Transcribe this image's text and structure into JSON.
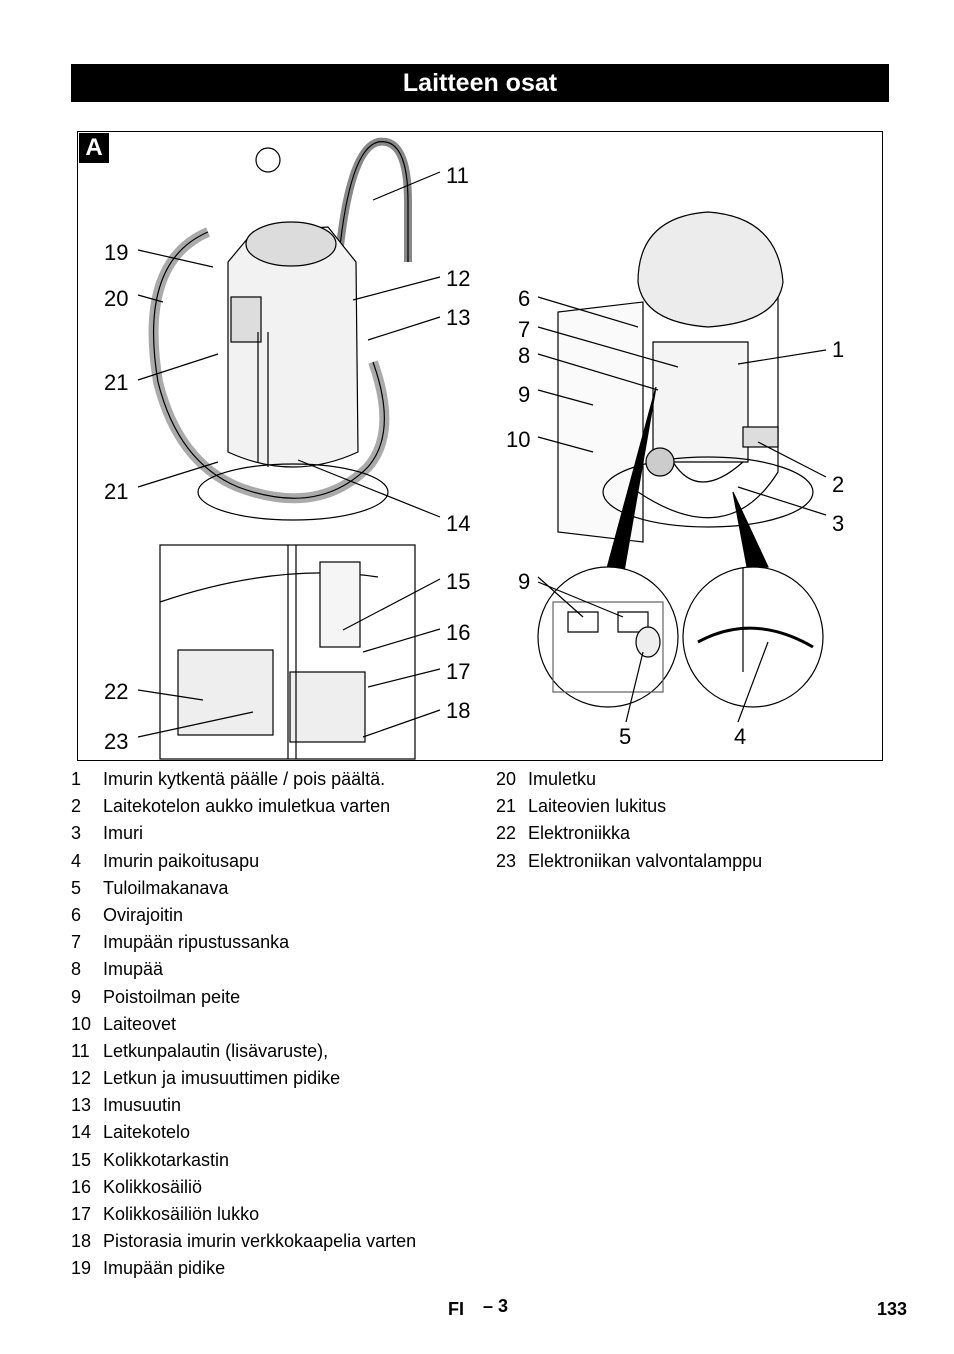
{
  "title": "Laitteen osat",
  "figure": {
    "letter": "A",
    "callouts": [
      "1",
      "2",
      "3",
      "4",
      "5",
      "6",
      "7",
      "8",
      "9",
      "9",
      "10",
      "11",
      "12",
      "13",
      "14",
      "15",
      "16",
      "17",
      "18",
      "19",
      "20",
      "21",
      "21",
      "22",
      "23"
    ]
  },
  "legend_left": [
    {
      "num": "1",
      "text": "Imurin kytkentä päälle / pois päältä."
    },
    {
      "num": "2",
      "text": "Laitekotelon aukko imuletkua varten"
    },
    {
      "num": "3",
      "text": "Imuri"
    },
    {
      "num": "4",
      "text": "Imurin paikoitusapu"
    },
    {
      "num": "5",
      "text": "Tuloilmakanava"
    },
    {
      "num": "6",
      "text": "Ovirajoitin"
    },
    {
      "num": "7",
      "text": "Imupään ripustussanka"
    },
    {
      "num": "8",
      "text": "Imupää"
    },
    {
      "num": "9",
      "text": "Poistoilman peite"
    },
    {
      "num": "10",
      "text": "Laiteovet"
    },
    {
      "num": "11",
      "text": "Letkunpalautin (lisävaruste),"
    },
    {
      "num": "12",
      "text": "Letkun ja imusuuttimen pidike"
    },
    {
      "num": "13",
      "text": "Imusuutin"
    },
    {
      "num": "14",
      "text": "Laitekotelo"
    },
    {
      "num": "15",
      "text": "Kolikkotarkastin"
    },
    {
      "num": "16",
      "text": "Kolikkosäiliö"
    },
    {
      "num": "17",
      "text": "Kolikkosäiliön lukko"
    },
    {
      "num": "18",
      "text": "Pistorasia imurin verkkokaapelia varten"
    },
    {
      "num": "19",
      "text": "Imupään pidike"
    }
  ],
  "legend_right": [
    {
      "num": "20",
      "text": "Imuletku"
    },
    {
      "num": "21",
      "text": "Laiteovien lukitus"
    },
    {
      "num": "22",
      "text": "Elektroniikka"
    },
    {
      "num": "23",
      "text": "Elektroniikan valvontalamppu"
    }
  ],
  "footer": {
    "lang": "FI",
    "page_sub": "– 3",
    "page": "133"
  }
}
